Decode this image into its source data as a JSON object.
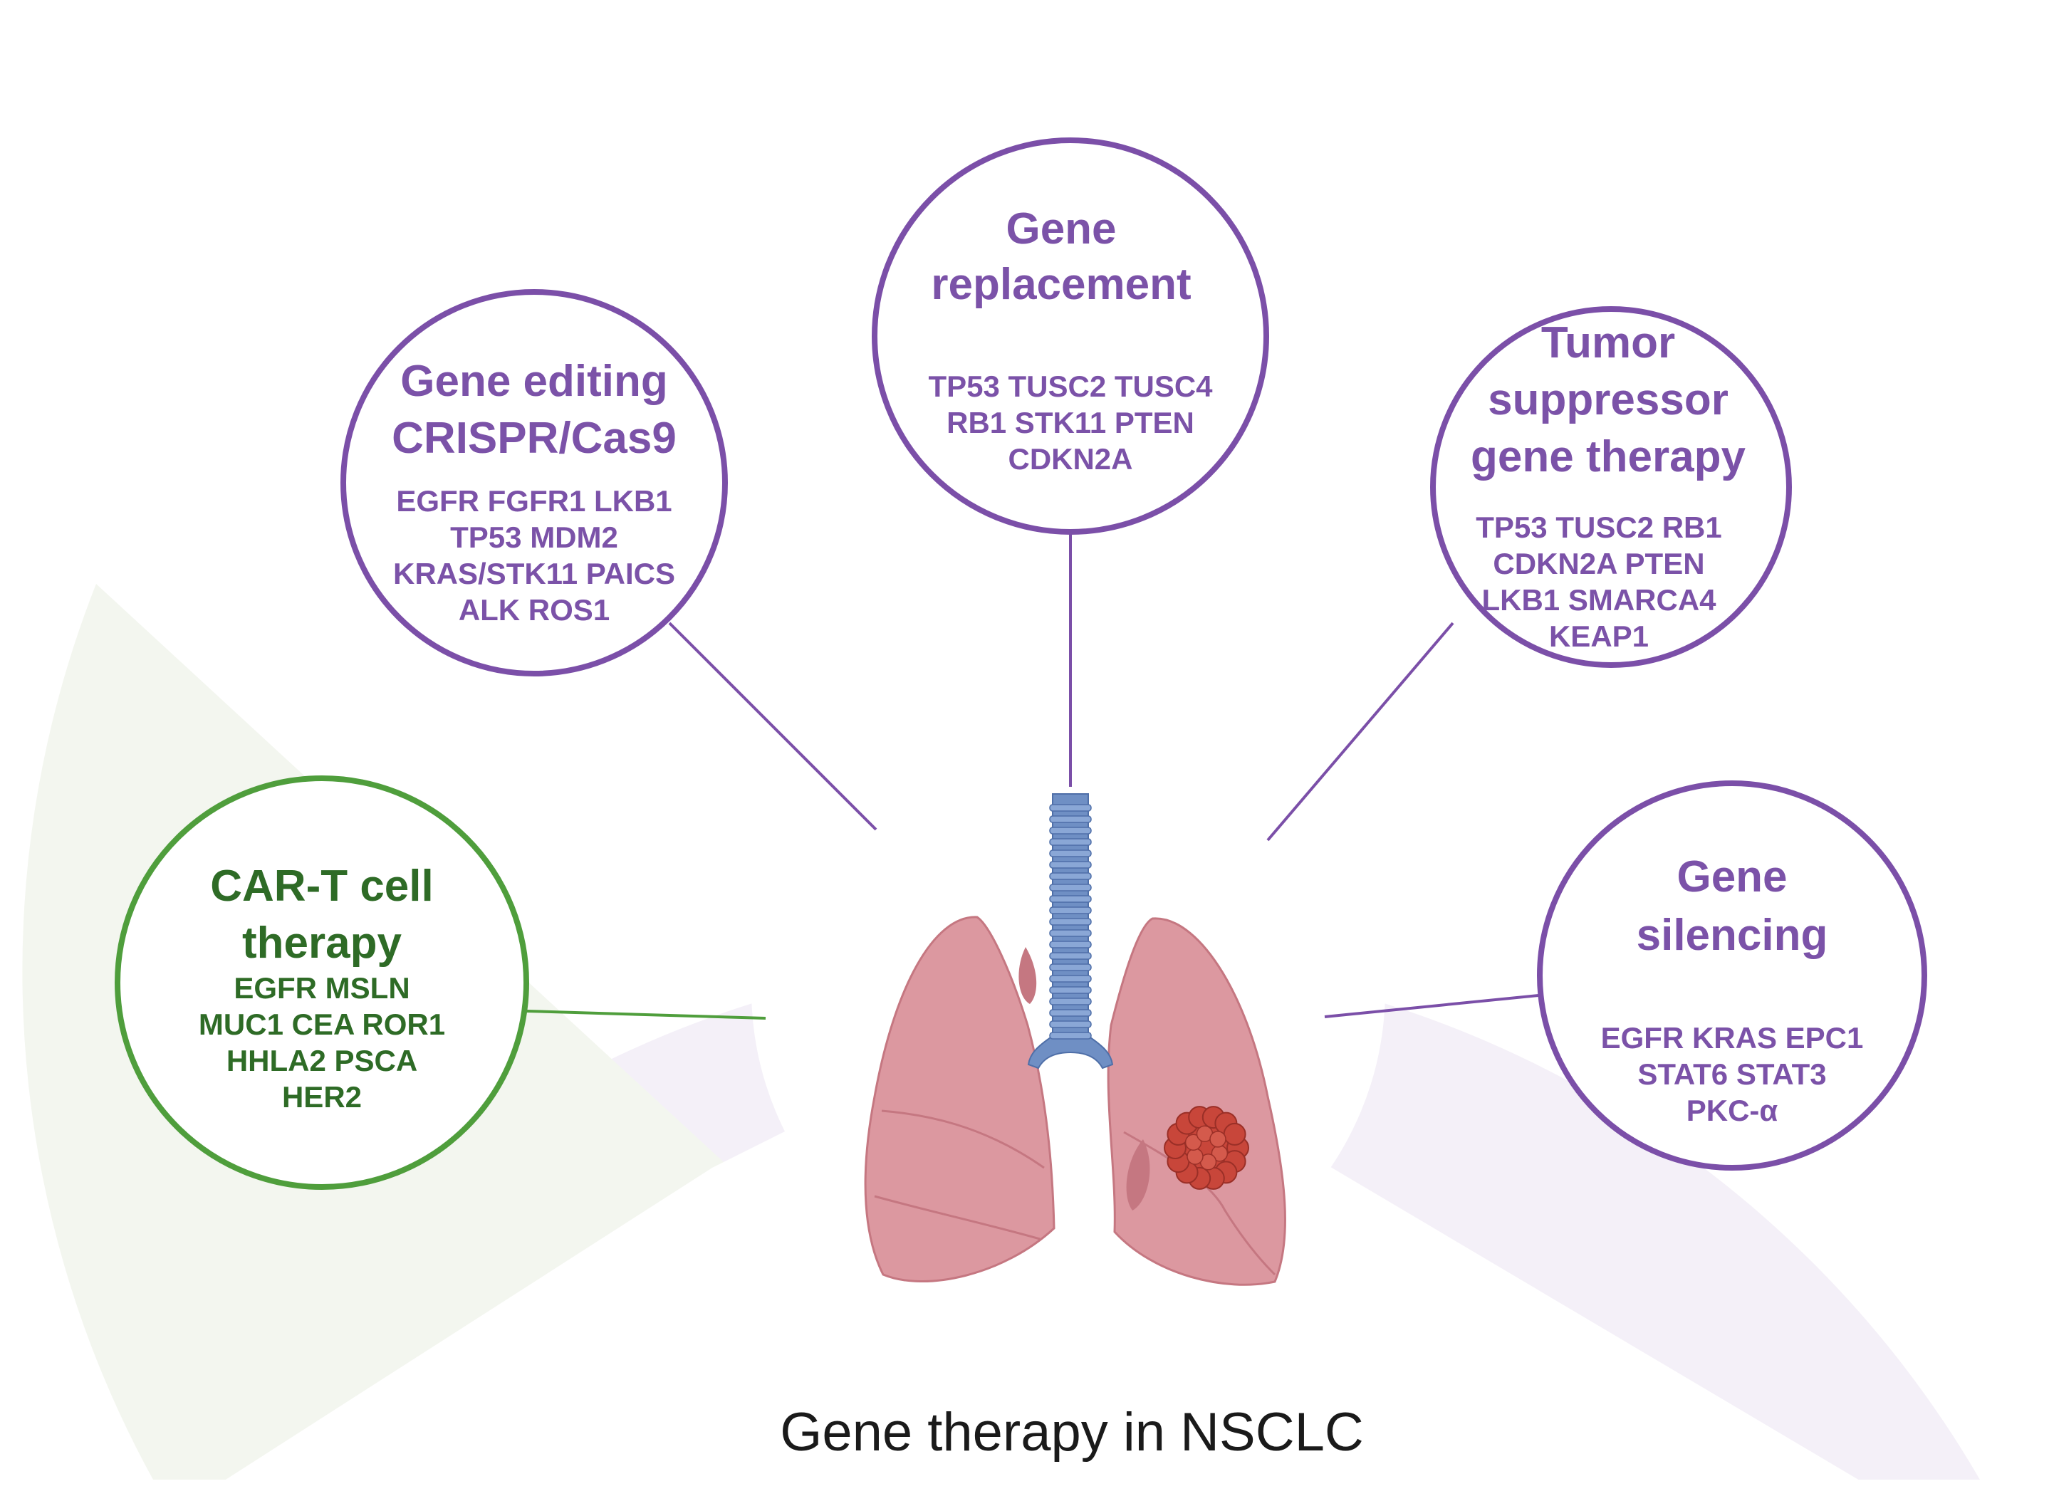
{
  "caption": "Gene therapy in NSCLC",
  "colors": {
    "purple": "#7b4fa8",
    "purple_text": "#7b52a8",
    "purple_sector": "#f4f0f8",
    "green": "#4f9e3c",
    "green_text": "#2e6b26",
    "green_sector": "#f3f6ef",
    "lung": "#dc98a0",
    "lung_dark": "#c57781",
    "trachea": "#6f8fc4",
    "tumor": "#c8463a"
  },
  "icons": {
    "lungs": "lungs-icon",
    "tumor": "tumor-icon",
    "trachea": "trachea-icon"
  },
  "nodes": {
    "car_t": {
      "title": [
        "CAR-T cell",
        "therapy"
      ],
      "genes": [
        "EGFR  MSLN",
        "MUC1 CEA ROR1",
        "HHLA2  PSCA",
        "HER2"
      ]
    },
    "gene_editing": {
      "title": [
        "Gene editing",
        "CRISPR/Cas9"
      ],
      "genes": [
        "EGFR FGFR1 LKB1",
        "TP53 MDM2",
        "KRAS/STK11 PAICS",
        "ALK ROS1"
      ]
    },
    "gene_replacement": {
      "title": [
        "Gene",
        "replacement"
      ],
      "genes": [
        "TP53 TUSC2 TUSC4",
        "RB1 STK11 PTEN",
        "CDKN2A"
      ]
    },
    "tumor_suppressor": {
      "title": [
        "Tumor",
        "suppressor",
        "gene therapy"
      ],
      "genes": [
        "TP53 TUSC2 RB1",
        "CDKN2A PTEN",
        "LKB1 SMARCA4",
        "KEAP1"
      ]
    },
    "gene_silencing": {
      "title": [
        "Gene",
        "silencing"
      ],
      "genes": [
        "EGFR KRAS EPC1",
        "STAT6 STAT3",
        "PKC-α"
      ]
    }
  }
}
